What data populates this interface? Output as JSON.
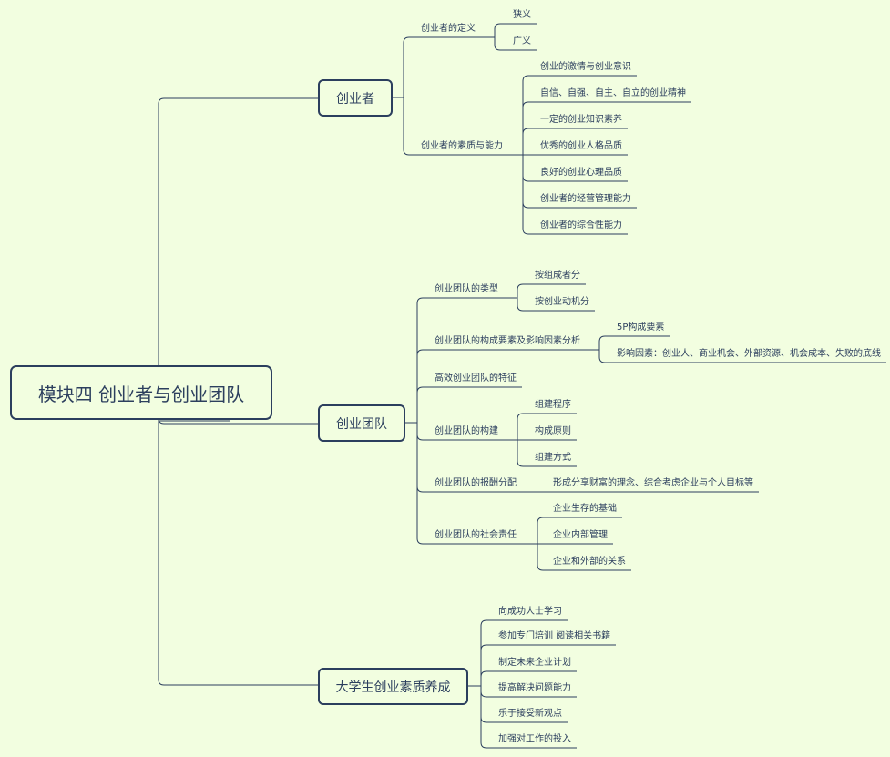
{
  "root": {
    "label": "模块四 创业者与创业团队"
  },
  "branches": [
    {
      "label": "创业者",
      "children": [
        {
          "label": "创业者的定义",
          "children": [
            "狭义",
            "广义"
          ]
        },
        {
          "label": "创业者的素质与能力",
          "children": [
            "创业的激情与创业意识",
            "自信、自强、自主、自立的创业精神",
            "一定的创业知识素养",
            "优秀的创业人格品质",
            "良好的创业心理品质",
            "创业者的经营管理能力",
            "创业者的综合性能力"
          ]
        }
      ]
    },
    {
      "label": "创业团队",
      "children": [
        {
          "label": "创业团队的类型",
          "children": [
            "按组成者分",
            "按创业动机分"
          ]
        },
        {
          "label": "创业团队的构成要素及影响因素分析",
          "children": [
            "5P构成要素",
            "影响因素：创业人、商业机会、外部资源、机会成本、失败的底线"
          ]
        },
        {
          "label": "高效创业团队的特征",
          "children": []
        },
        {
          "label": "创业团队的构建",
          "children": [
            "组建程序",
            "构成原则",
            "组建方式"
          ]
        },
        {
          "label": "创业团队的报酬分配",
          "children": [
            "形成分享财富的理念、综合考虑企业与个人目标等"
          ]
        },
        {
          "label": "创业团队的社会责任",
          "children": [
            "企业生存的基础",
            "企业内部管理",
            "企业和外部的关系"
          ]
        }
      ]
    },
    {
      "label": "大学生创业素质养成",
      "children": [
        {
          "label": "向成功人士学习",
          "children": []
        },
        {
          "label": "参加专门培训 阅读相关书籍",
          "children": []
        },
        {
          "label": "制定未来企业计划",
          "children": []
        },
        {
          "label": "提高解决问题能力",
          "children": []
        },
        {
          "label": "乐于接受新观点",
          "children": []
        },
        {
          "label": "加强对工作的投入",
          "children": []
        }
      ]
    }
  ],
  "colors": {
    "line": "#2c3f5e",
    "background": "#f2fee0"
  }
}
